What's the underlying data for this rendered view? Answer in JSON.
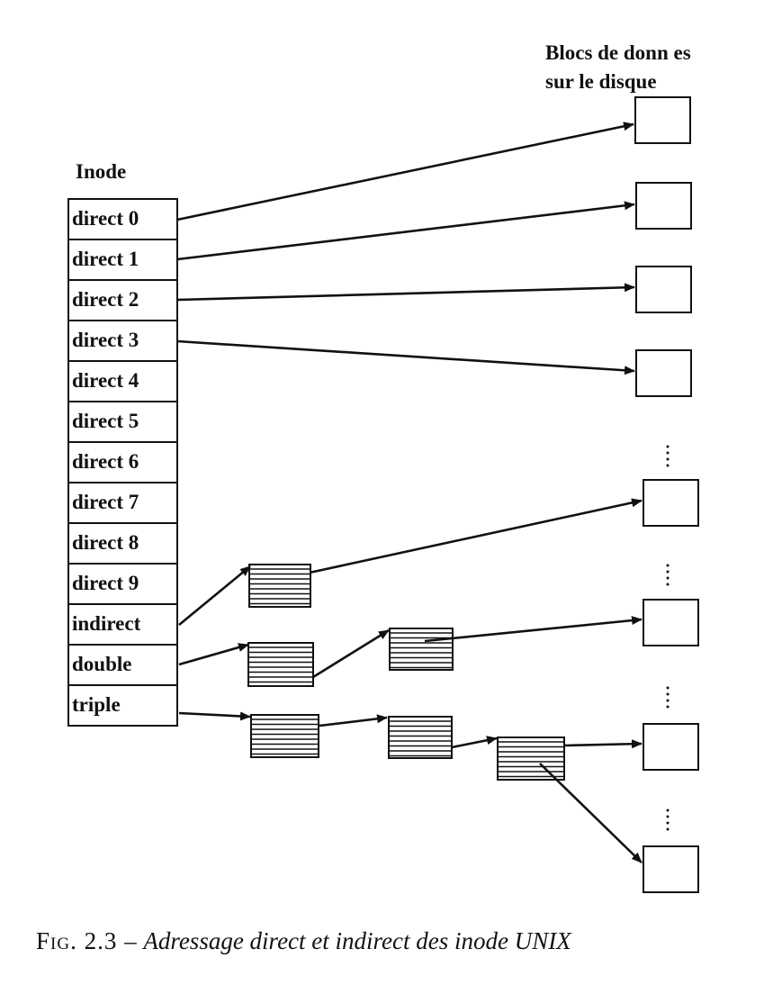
{
  "diagram": {
    "blocks_title": [
      "Blocs de donn  es",
      "sur le disque"
    ],
    "inode_title": "Inode",
    "inode_entries": [
      "direct 0",
      "direct 1",
      "direct 2",
      "direct 3",
      "direct 4",
      "direct 5",
      "direct 6",
      "direct 7",
      "direct 8",
      "direct 9",
      "indirect",
      "double",
      "triple"
    ]
  },
  "caption": {
    "figure": "Fig. 2.3 –",
    "text": "Adressage direct et indirect des inode UNIX"
  }
}
